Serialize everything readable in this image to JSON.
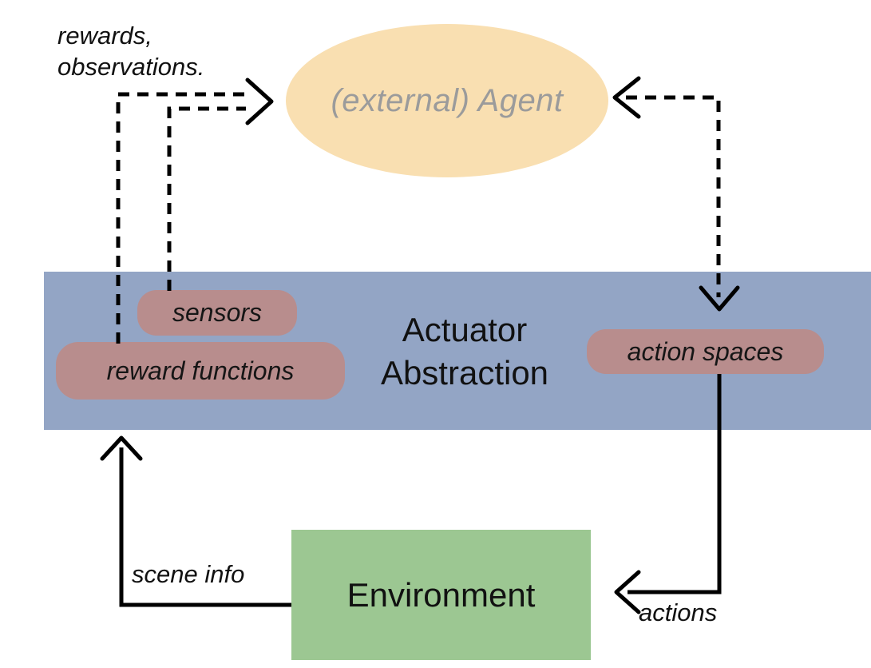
{
  "diagram": {
    "agent": {
      "label": "(external) Agent"
    },
    "band": {
      "title": "Actuator\nAbstraction"
    },
    "pills": {
      "sensors": "sensors",
      "reward_functions": "reward functions",
      "action_spaces": "action spaces"
    },
    "environment": {
      "label": "Environment"
    },
    "edge_labels": {
      "rewards_observations": "rewards,\nobservations.",
      "scene_info": "scene info",
      "actions": "actions"
    },
    "colors": {
      "agent_fill": "#f9dfb1",
      "agent_text": "#9b9b9b",
      "band_fill": "#93a5c5",
      "pill_fill": "#b88d8d",
      "environment_fill": "#9cc792",
      "arrow_stroke": "#000000",
      "text": "#111111"
    }
  }
}
